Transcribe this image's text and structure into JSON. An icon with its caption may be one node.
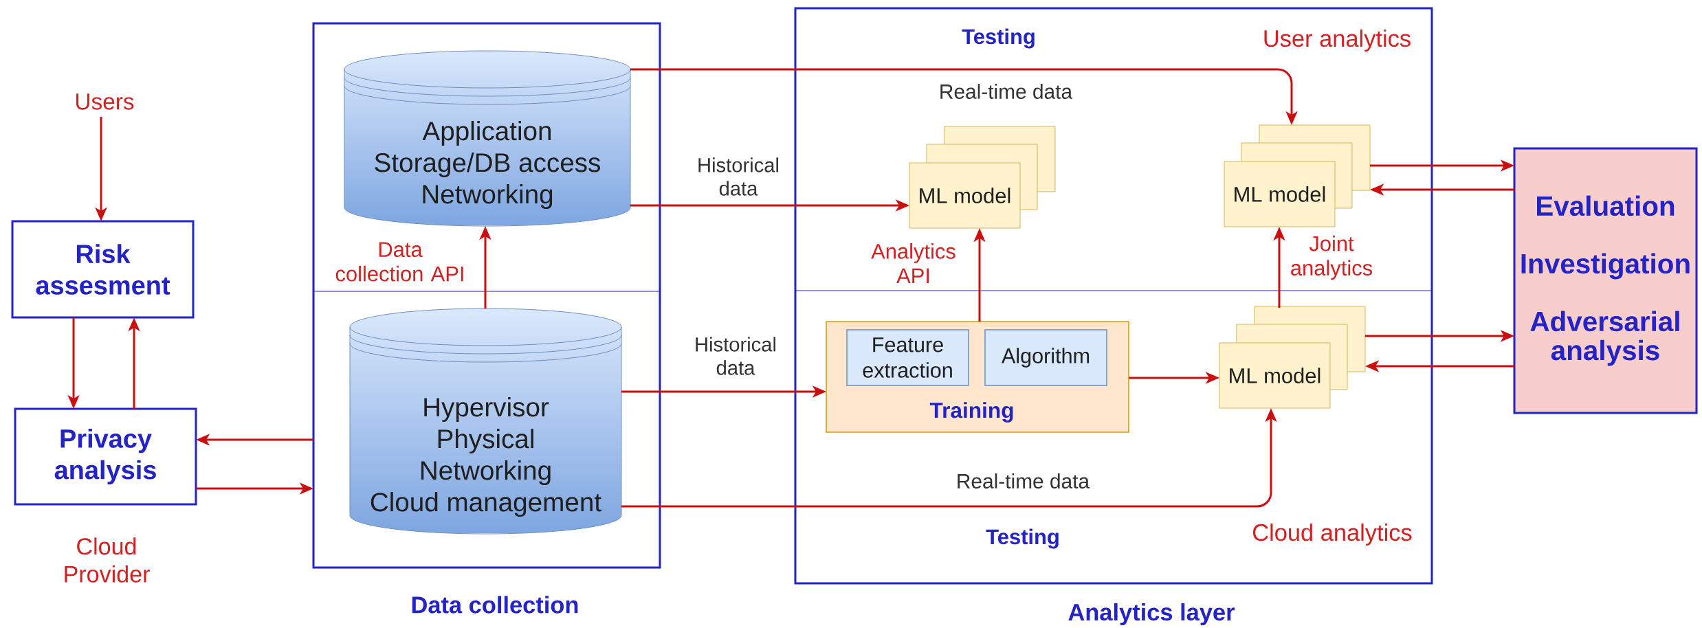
{
  "diagram": {
    "nodes": [
      {
        "text": [
          "Users"
        ]
      },
      {
        "text": [
          "Risk assesment"
        ]
      },
      {
        "text": [
          "Privacy analysis"
        ],
        "beside": [
          "Cloud Provider"
        ]
      },
      {
        "text": [
          "Data collection"
        ]
      },
      {
        "text": [
          "Application",
          "Storage/DB access",
          "Networking"
        ],
        "in": 3
      },
      {
        "text": [
          "Hypervisor",
          "Physical",
          "Networking",
          "Cloud management"
        ],
        "in": 3
      },
      {
        "text": [
          "Analytics layer"
        ]
      },
      {
        "text": [
          "ML model"
        ],
        "in": 6
      },
      {
        "text": [
          "ML model"
        ],
        "in": 6
      },
      {
        "text": [
          "Training"
        ],
        "in": 6
      },
      {
        "text": [
          "Feature extraction"
        ],
        "in": 9
      },
      {
        "text": [
          "Algorithm"
        ],
        "in": 9
      },
      {
        "text": [
          "ML model"
        ],
        "in": 6
      },
      {
        "text": [
          "Evaluation",
          "Investigation",
          "Adversarial analysis"
        ]
      }
    ],
    "edges": [
      {
        "from": 0,
        "to": 1,
        "arrow": "to"
      },
      {
        "from": 1,
        "to": 2,
        "arrow": "to"
      },
      {
        "from": 2,
        "to": 1,
        "arrow": "to"
      },
      {
        "from": 3,
        "to": 2,
        "arrow": "to"
      },
      {
        "from": 2,
        "to": 3,
        "arrow": "to"
      },
      {
        "from": 5,
        "to": 4,
        "arrow": "to",
        "label": "Data collection API"
      },
      {
        "from": 4,
        "to": 8,
        "arrow": "to",
        "label": "Real-time data"
      },
      {
        "from": 4,
        "to": 7,
        "arrow": "to",
        "label": "Historical data"
      },
      {
        "from": 5,
        "to": 9,
        "arrow": "to",
        "label": "Historical data"
      },
      {
        "from": 9,
        "to": 7,
        "arrow": "to",
        "label": "Analytics API"
      },
      {
        "from": 9,
        "to": 12,
        "arrow": "to"
      },
      {
        "from": 12,
        "to": 8,
        "arrow": "to",
        "label": "Joint analytics"
      },
      {
        "from": 5,
        "to": 12,
        "arrow": "to",
        "label": "Real-time data"
      },
      {
        "from": 8,
        "to": 13,
        "arrow": "to"
      },
      {
        "from": 13,
        "to": 8,
        "arrow": "to"
      },
      {
        "from": 12,
        "to": 13,
        "arrow": "to"
      },
      {
        "from": 13,
        "to": 12,
        "arrow": "to"
      }
    ],
    "labels": [
      "Testing",
      "User analytics",
      "Testing",
      "Cloud analytics"
    ]
  }
}
